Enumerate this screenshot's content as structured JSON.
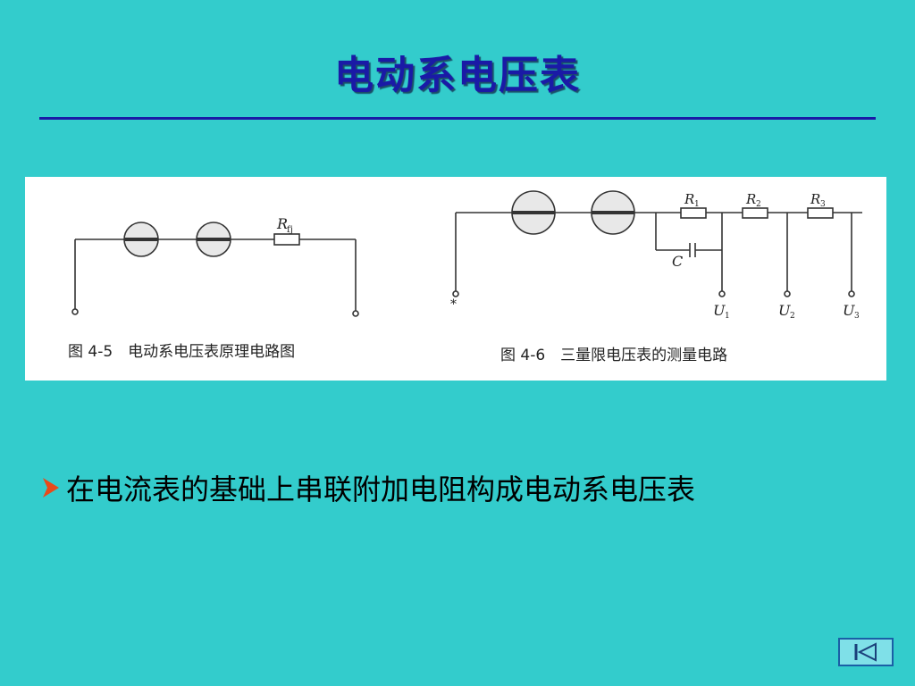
{
  "slide": {
    "title": "电动系电压表",
    "bullet": "在电流表的基础上串联附加电阻构成电动系电压表"
  },
  "figures": {
    "fig_left": {
      "caption": "图 4-5　电动系电压表原理电路图",
      "resistor_label": "R",
      "resistor_sub": "fj"
    },
    "fig_right": {
      "caption": "图 4-6　三量限电压表的测量电路",
      "resistors": [
        {
          "label": "R",
          "sub": "1"
        },
        {
          "label": "R",
          "sub": "2"
        },
        {
          "label": "R",
          "sub": "3"
        }
      ],
      "capacitor_label": "C",
      "terminals": [
        {
          "label": "U",
          "sub": "1"
        },
        {
          "label": "U",
          "sub": "2"
        },
        {
          "label": "U",
          "sub": "3"
        }
      ],
      "star_mark": "*"
    }
  },
  "colors": {
    "background": "#33CCCC",
    "title": "#1A1AA6",
    "bullet_arrow": "#E84A1A"
  },
  "nav": {
    "icon": "back-to-start-icon"
  }
}
